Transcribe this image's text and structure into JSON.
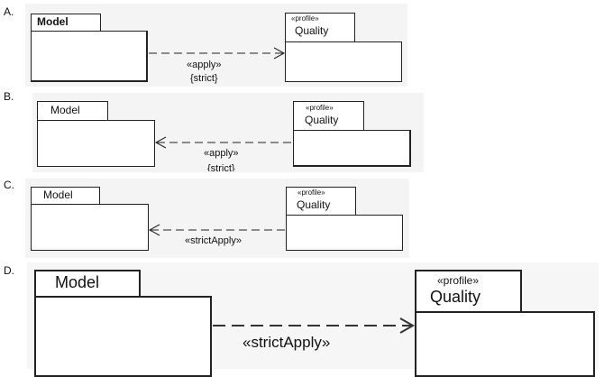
{
  "options": [
    {
      "letter": "A.",
      "source": "Model",
      "target_stereotype": "«profile»",
      "target": "Quality",
      "keyword": "«apply»",
      "constraint": "{strict}",
      "arrow_direction": "source-to-target"
    },
    {
      "letter": "B.",
      "source": "Model",
      "target_stereotype": "«profile»",
      "target": "Quality",
      "keyword": "«apply»",
      "constraint": "{strict}",
      "arrow_direction": "target-to-source"
    },
    {
      "letter": "C.",
      "source": "Model",
      "target_stereotype": "«profile»",
      "target": "Quality",
      "keyword": "«strictApply»",
      "arrow_direction": "target-to-source"
    },
    {
      "letter": "D.",
      "source": "Model",
      "target_stereotype": "«profile»",
      "target": "Quality",
      "keyword": "«strictApply»",
      "arrow_direction": "source-to-target"
    }
  ]
}
